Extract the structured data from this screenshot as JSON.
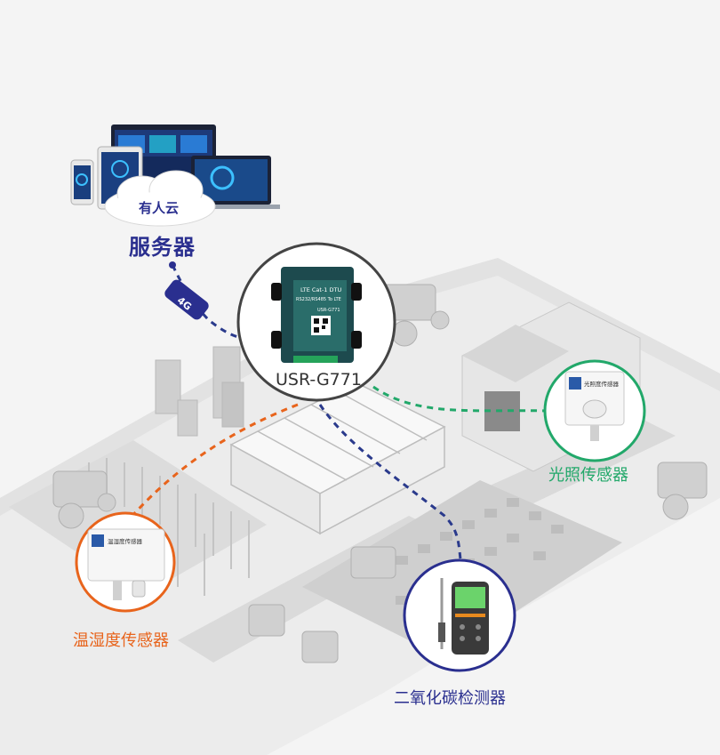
{
  "labels": {
    "cloud": "有人云",
    "server": "服务器",
    "network": "4G",
    "gateway_model": "USR-G771",
    "light_sensor": "光照传感器",
    "temp_humidity_sensor": "温湿度传感器",
    "co2_detector": "二氧化碳检测器"
  },
  "device_text": {
    "dtu_title": "LTE Cat-1 DTU",
    "dtu_subtitle": "RS232/RS485 To LTE",
    "dtu_model": "USR-G771",
    "light_box_title": "光照度传感器",
    "temp_box_title": "温湿度传感器"
  },
  "colors": {
    "server_blue": "#2a2f8f",
    "network_dash": "#2a3a8c",
    "light_green": "#22a86a",
    "temp_orange": "#e8641c",
    "co2_blue": "#2a2f8f",
    "gateway_gray": "#555555"
  },
  "icons": [
    "laptop-icon",
    "monitor-icon",
    "phone-icon",
    "cloud-icon",
    "dtu-device-icon",
    "light-sensor-icon",
    "temp-humidity-sensor-icon",
    "co2-detector-icon"
  ]
}
